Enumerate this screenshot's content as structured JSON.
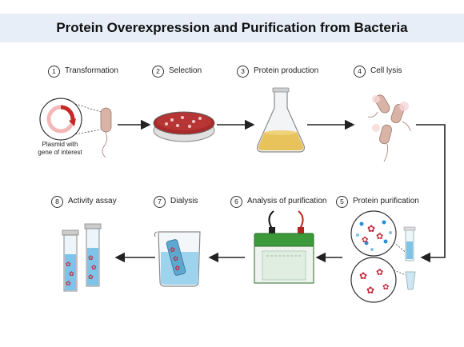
{
  "title": "Protein Overexpression and Purification from Bacteria",
  "steps": [
    {
      "number": "1",
      "label": "Transformation"
    },
    {
      "number": "2",
      "label": "Selection"
    },
    {
      "number": "3",
      "label": "Protein production"
    },
    {
      "number": "4",
      "label": "Cell lysis"
    },
    {
      "number": "5",
      "label": "Protein purification"
    },
    {
      "number": "6",
      "label": "Analysis of purification"
    },
    {
      "number": "7",
      "label": "Dialysis"
    },
    {
      "number": "8",
      "label": "Activity assay"
    }
  ],
  "plasmid_caption": {
    "line1": "Plasmid with",
    "line2": "gene of interest"
  },
  "colors": {
    "title_bg": "#e7eef8",
    "protein": "#c4283a",
    "liquid": "#7fc3e8",
    "agar": "#a82a2a",
    "medium": "#e8c25a",
    "gel_box": "#3d9a3a",
    "bacteria": "#d8b3a6"
  }
}
